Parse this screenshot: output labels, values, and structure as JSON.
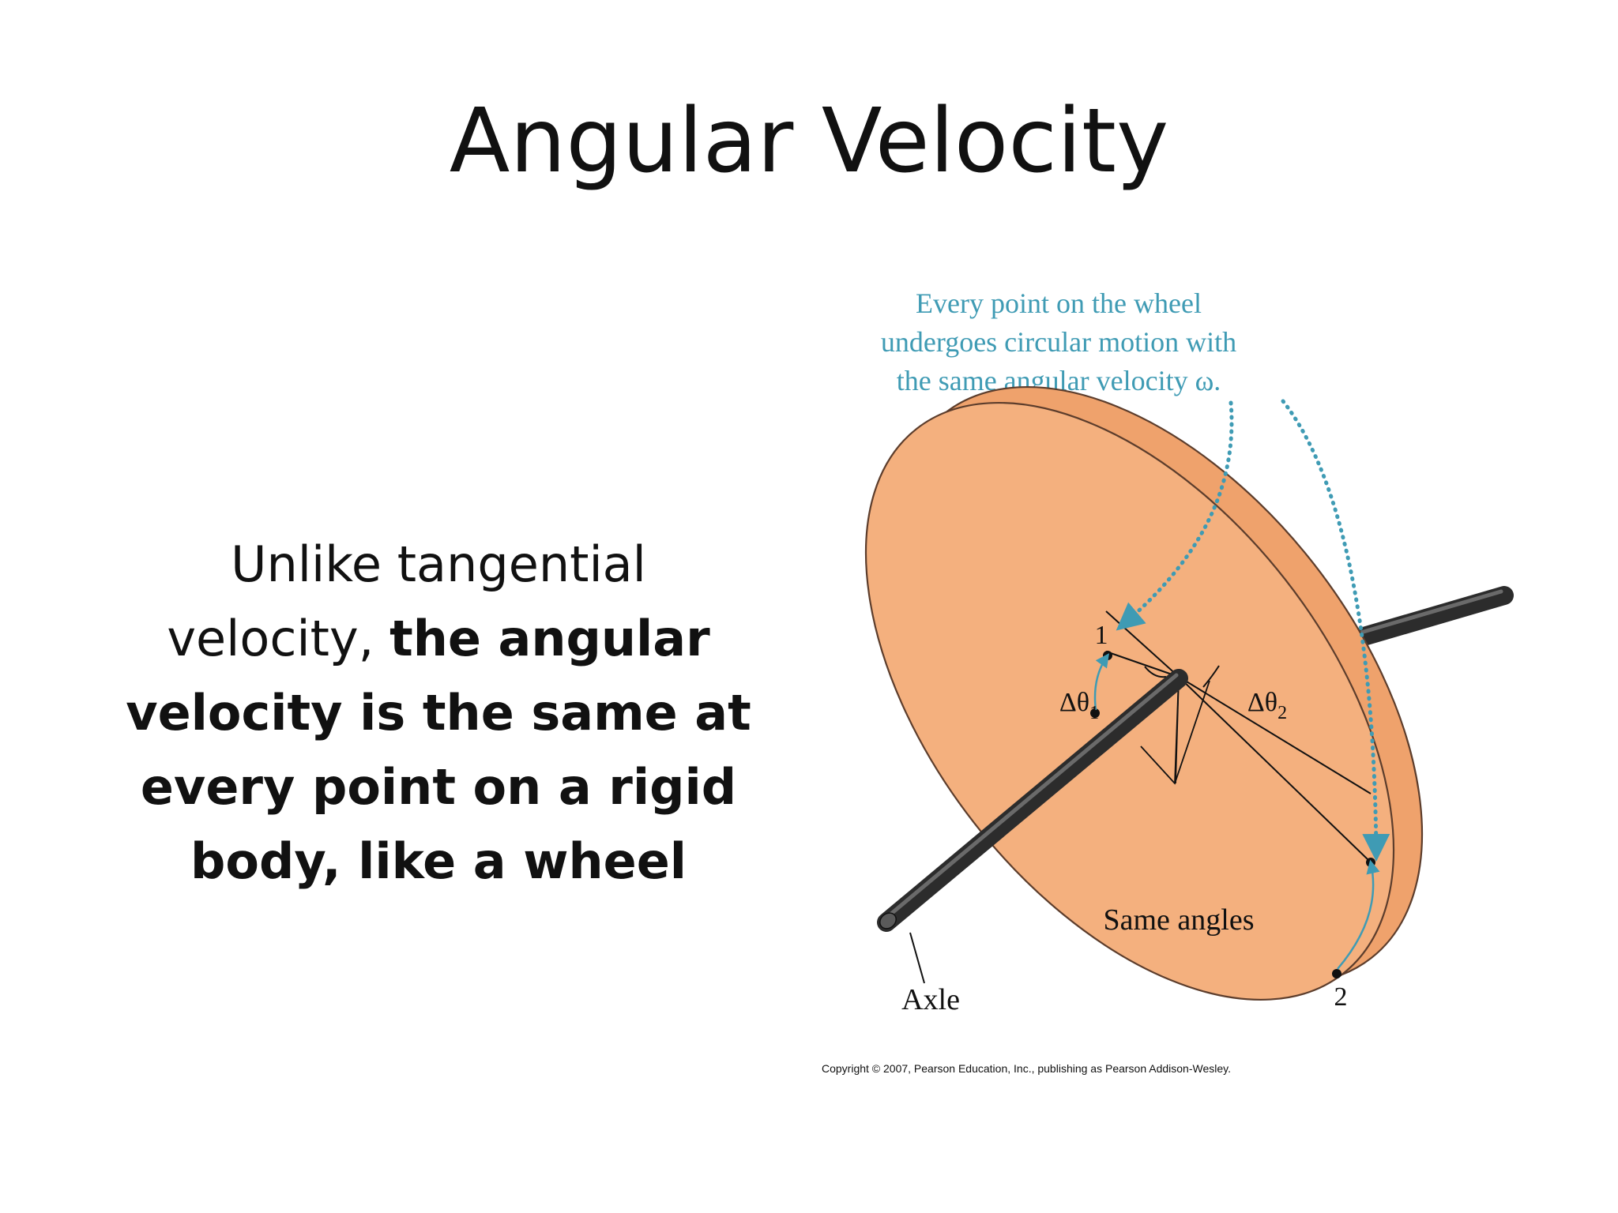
{
  "slide": {
    "title": "Angular Velocity",
    "body": {
      "line1": "Unlike tangential",
      "line2_regular": "velocity, ",
      "line2_bold": "the angular",
      "line3": "velocity is the same at",
      "line4": "every point on a rigid",
      "line5": "body, like a wheel"
    }
  },
  "diagram": {
    "caption_lines": [
      "Every point on the wheel",
      "undergoes circular motion with",
      "the same angular velocity ω."
    ],
    "omega_label": "ω",
    "point_1_label": "1",
    "point_2_label": "2",
    "delta_theta_1": "Δθ",
    "delta_theta_1_subscript": "1",
    "delta_theta_2": "Δθ",
    "delta_theta_2_subscript": "2",
    "same_angles_label": "Same angles",
    "axle_label": "Axle",
    "copyright": "Copyright © 2007, Pearson Education, Inc., publishing as Pearson Addison-Wesley.",
    "colors": {
      "wheel_face": "#f4b07e",
      "wheel_rim": "#efa26c",
      "accent": "#3f9bb4",
      "axle": "#2c2c2c",
      "rotation_arrow": "#9b9b9b"
    }
  }
}
